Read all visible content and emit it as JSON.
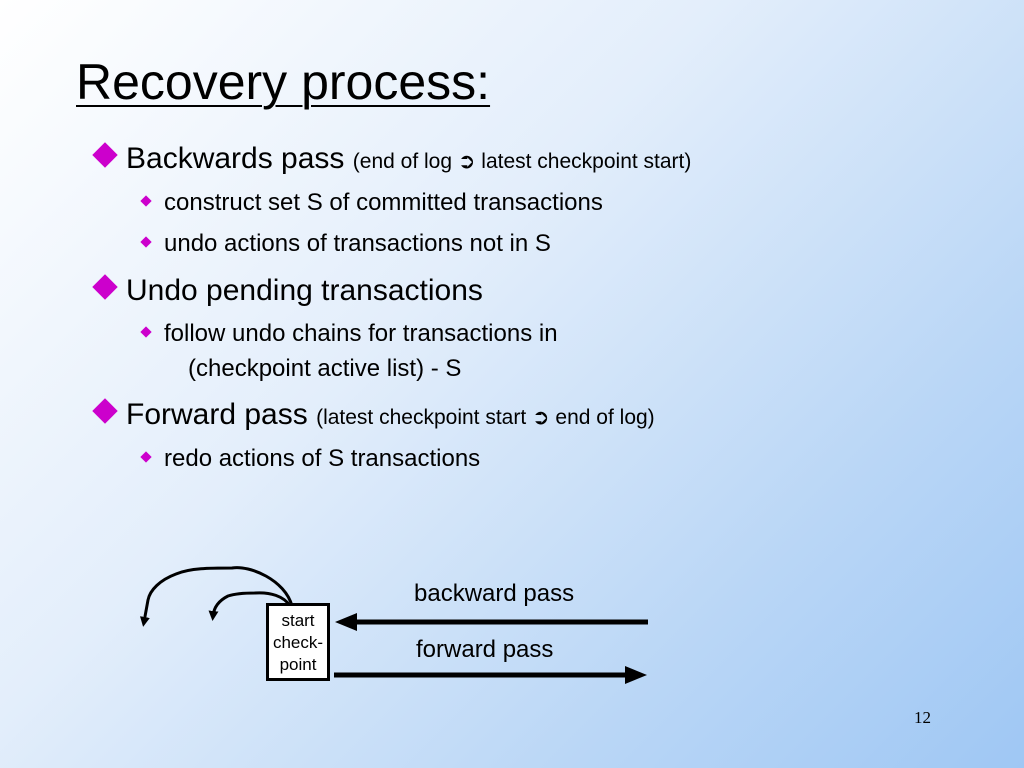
{
  "slide": {
    "title": "Recovery process:",
    "page_number": "12"
  },
  "bullets": [
    {
      "main": "Backwards pass",
      "paren": "(end of log ➲ latest checkpoint start)",
      "subs": [
        "construct set S of committed transactions",
        "undo actions of transactions not in S"
      ]
    },
    {
      "main": "Undo pending transactions",
      "paren": "",
      "subs": [
        "follow undo chains for transactions in",
        "(checkpoint active list) - S"
      ]
    },
    {
      "main": "Forward pass",
      "paren": "(latest checkpoint start ➲ end of log)",
      "subs": [
        "redo actions of S transactions"
      ]
    }
  ],
  "diagram": {
    "box_line1": "start",
    "box_line2": "check-",
    "box_line3": "point",
    "backward_label": "backward pass",
    "forward_label": "forward pass"
  },
  "colors": {
    "bullet": "#cc00cc"
  }
}
